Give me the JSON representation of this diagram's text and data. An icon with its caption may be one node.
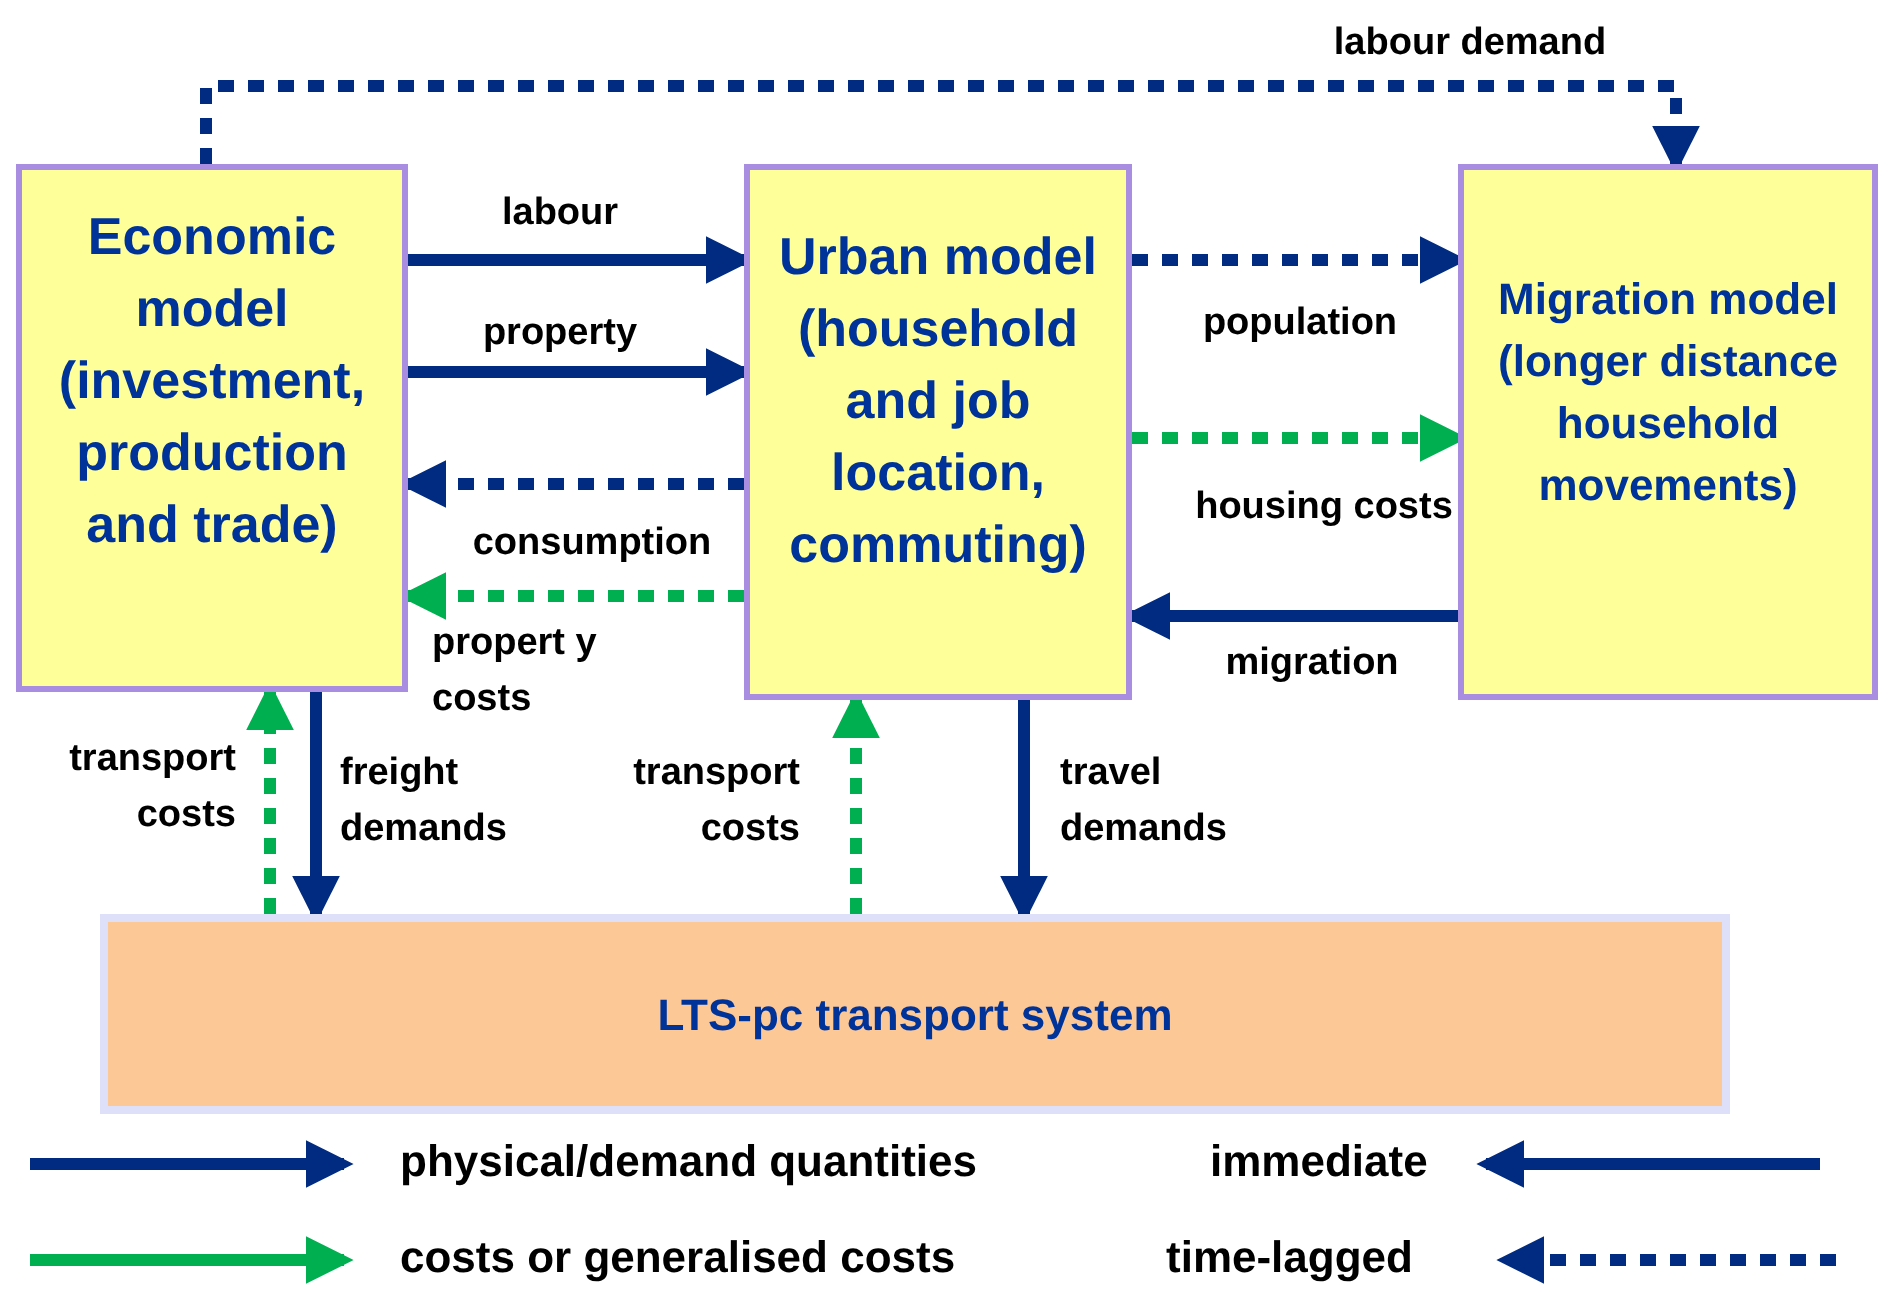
{
  "diagram": {
    "nodes": [
      {
        "text": [
          "Economic model (investment, production and trade)"
        ]
      },
      {
        "text": [
          "Urban model (household and job location, commuting)"
        ]
      },
      {
        "text": [
          "Migration model (longer distance household movements)"
        ]
      },
      {
        "text": [
          "LTS-pc transport system"
        ]
      }
    ],
    "edges": [
      {
        "from": 0,
        "to": 2,
        "arrow": "to",
        "label": "labour demand",
        "style": "dashed"
      },
      {
        "from": 0,
        "to": 1,
        "arrow": "to",
        "label": "labour"
      },
      {
        "from": 0,
        "to": 1,
        "arrow": "to",
        "label": "property"
      },
      {
        "from": 1,
        "to": 2,
        "arrow": "to",
        "label": "population",
        "style": "dashed"
      },
      {
        "from": 1,
        "to": 2,
        "arrow": "to",
        "label": "housing costs",
        "style": "dashed",
        "color": "#00b050"
      },
      {
        "from": 1,
        "to": 0,
        "arrow": "to",
        "label": "consumption",
        "style": "dashed"
      },
      {
        "from": 1,
        "to": 0,
        "arrow": "to",
        "label": "propert y costs",
        "style": "dashed",
        "color": "#00b050"
      },
      {
        "from": 2,
        "to": 1,
        "arrow": "to",
        "label": "migration"
      },
      {
        "from": 3,
        "to": 0,
        "arrow": "to",
        "label": "transport costs",
        "style": "dashed",
        "color": "#00b050"
      },
      {
        "from": 0,
        "to": 3,
        "arrow": "to",
        "label": "freight demands"
      },
      {
        "from": 3,
        "to": 1,
        "arrow": "to",
        "label": "transport costs",
        "style": "dashed",
        "color": "#00b050"
      },
      {
        "from": 1,
        "to": 3,
        "arrow": "to",
        "label": "travel demands"
      }
    ],
    "legend": [
      {
        "text": "physical/demand quantities"
      },
      {
        "text": "immediate"
      },
      {
        "text": "costs or generalised costs"
      },
      {
        "text": "time-lagged"
      }
    ]
  }
}
